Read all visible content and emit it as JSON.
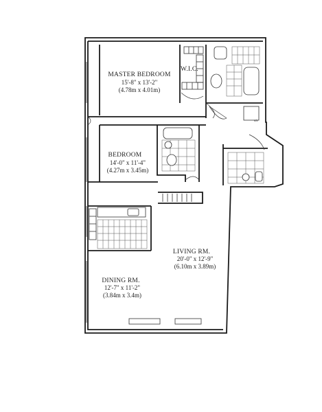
{
  "rooms": {
    "master_bedroom": {
      "name": "MASTER BEDROOM",
      "dim_ft": "15'-8\" x 13'-2\"",
      "dim_m": "(4.78m x 4.01m)"
    },
    "wic": {
      "name": "W.I.C."
    },
    "bedroom": {
      "name": "BEDROOM",
      "dim_ft": "14'-0\" x 11'-4\"",
      "dim_m": "(4.27m x 3.45m)"
    },
    "living": {
      "name": "LIVING RM.",
      "dim_ft": "20'-0\" x 12'-9\"",
      "dim_m": "(6.10m x 3.89m)"
    },
    "dining": {
      "name": "DINING RM.",
      "dim_ft": "12'-7\" x 11'-2\"",
      "dim_m": "(3.84m x 3.4m)"
    }
  },
  "small_marks": {
    "closet_mark": "s/s"
  },
  "colors": {
    "ink": "#1a1a1a",
    "paper": "#ffffff"
  }
}
